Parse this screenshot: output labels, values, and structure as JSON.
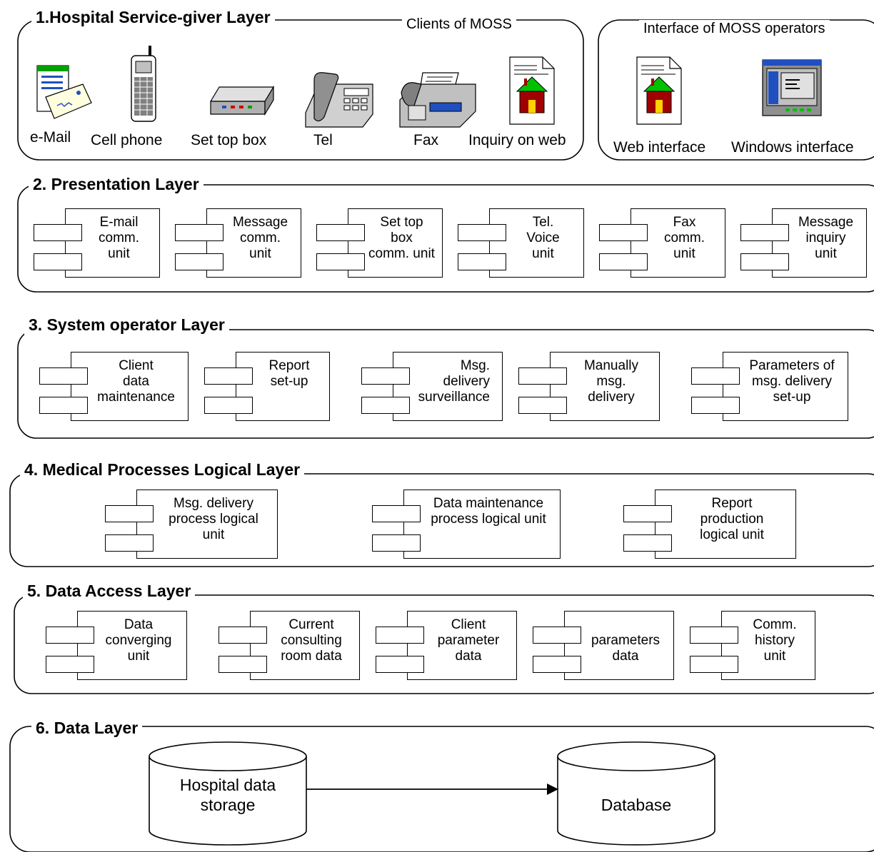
{
  "colors": {
    "line": "#000000",
    "background": "#ffffff",
    "roof": "#00c000",
    "house": "#a00000",
    "screen": "#2050c0"
  },
  "layer1": {
    "title": "1.Hospital Service-giver Layer",
    "clients_title": "Clients of MOSS",
    "clients": [
      {
        "label": "e-Mail",
        "icon": "email-icon"
      },
      {
        "label": "Cell phone",
        "icon": "cell-phone-icon"
      },
      {
        "label": "Set top box",
        "icon": "set-top-box-icon"
      },
      {
        "label": "Tel",
        "icon": "telephone-icon"
      },
      {
        "label": "Fax",
        "icon": "fax-icon"
      },
      {
        "label": "Inquiry on web",
        "icon": "web-document-icon"
      }
    ],
    "operators_title": "Interface of MOSS operators",
    "operators": [
      {
        "label": "Web interface",
        "icon": "web-document-icon"
      },
      {
        "label": "Windows interface",
        "icon": "windows-screen-icon"
      }
    ]
  },
  "layer2": {
    "title": "2. Presentation Layer",
    "units": [
      "E-mail\ncomm.\nunit",
      "Message\ncomm.\nunit",
      "Set top\nbox\ncomm. unit",
      "Tel.\nVoice\nunit",
      "Fax\ncomm.\nunit",
      "Message\ninquiry\nunit"
    ]
  },
  "layer3": {
    "title": "3. System operator Layer",
    "units": [
      "Client\ndata\nmaintenance",
      "Report\nset-up",
      "Msg.\ndelivery\nsurveillance",
      "Manually\nmsg.\ndelivery",
      "Parameters of\nmsg. delivery\nset-up"
    ]
  },
  "layer4": {
    "title": "4. Medical Processes Logical Layer",
    "units": [
      "Msg. delivery\nprocess logical\nunit",
      "Data maintenance\nprocess logical unit",
      "Report\nproduction\nlogical unit"
    ]
  },
  "layer5": {
    "title": "5. Data Access Layer",
    "units": [
      "Data\nconverging\nunit",
      "Current\nconsulting\nroom data",
      "Client\nparameter\ndata",
      "\nparameters\ndata",
      "Comm.\nhistory\nunit"
    ]
  },
  "layer6": {
    "title": "6. Data Layer",
    "stores": [
      "Hospital data\nstorage",
      "Database"
    ]
  }
}
